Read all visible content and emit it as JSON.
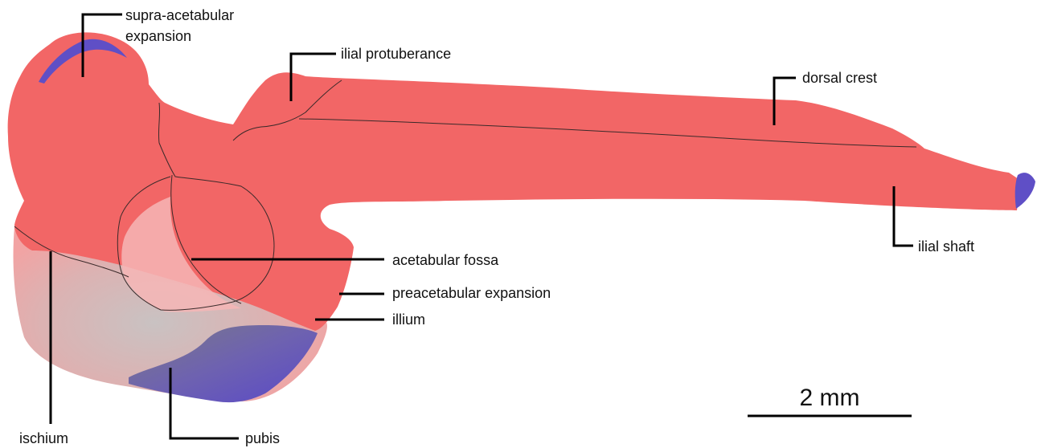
{
  "labels": {
    "supra_acetabular_line1": "supra-acetabular",
    "supra_acetabular_line2": "expansion",
    "ilial_protuberance": "ilial protuberance",
    "dorsal_crest": "dorsal crest",
    "ilial_shaft": "ilial shaft",
    "acetabular_fossa": "acetabular fossa",
    "preacetabular_expansion": "preacetabular expansion",
    "illium": "illium",
    "ischium": "ischium",
    "pubis": "pubis"
  },
  "scale_bar": {
    "label": "2 mm"
  },
  "colors": {
    "bone": "#f26666",
    "ischium_pale": "#f0a0a0",
    "fossa_pale": "#f6b6b6",
    "cartilage": "#5f4fc6",
    "pubis_grey": "#8a8a8a",
    "line": "#000000"
  }
}
